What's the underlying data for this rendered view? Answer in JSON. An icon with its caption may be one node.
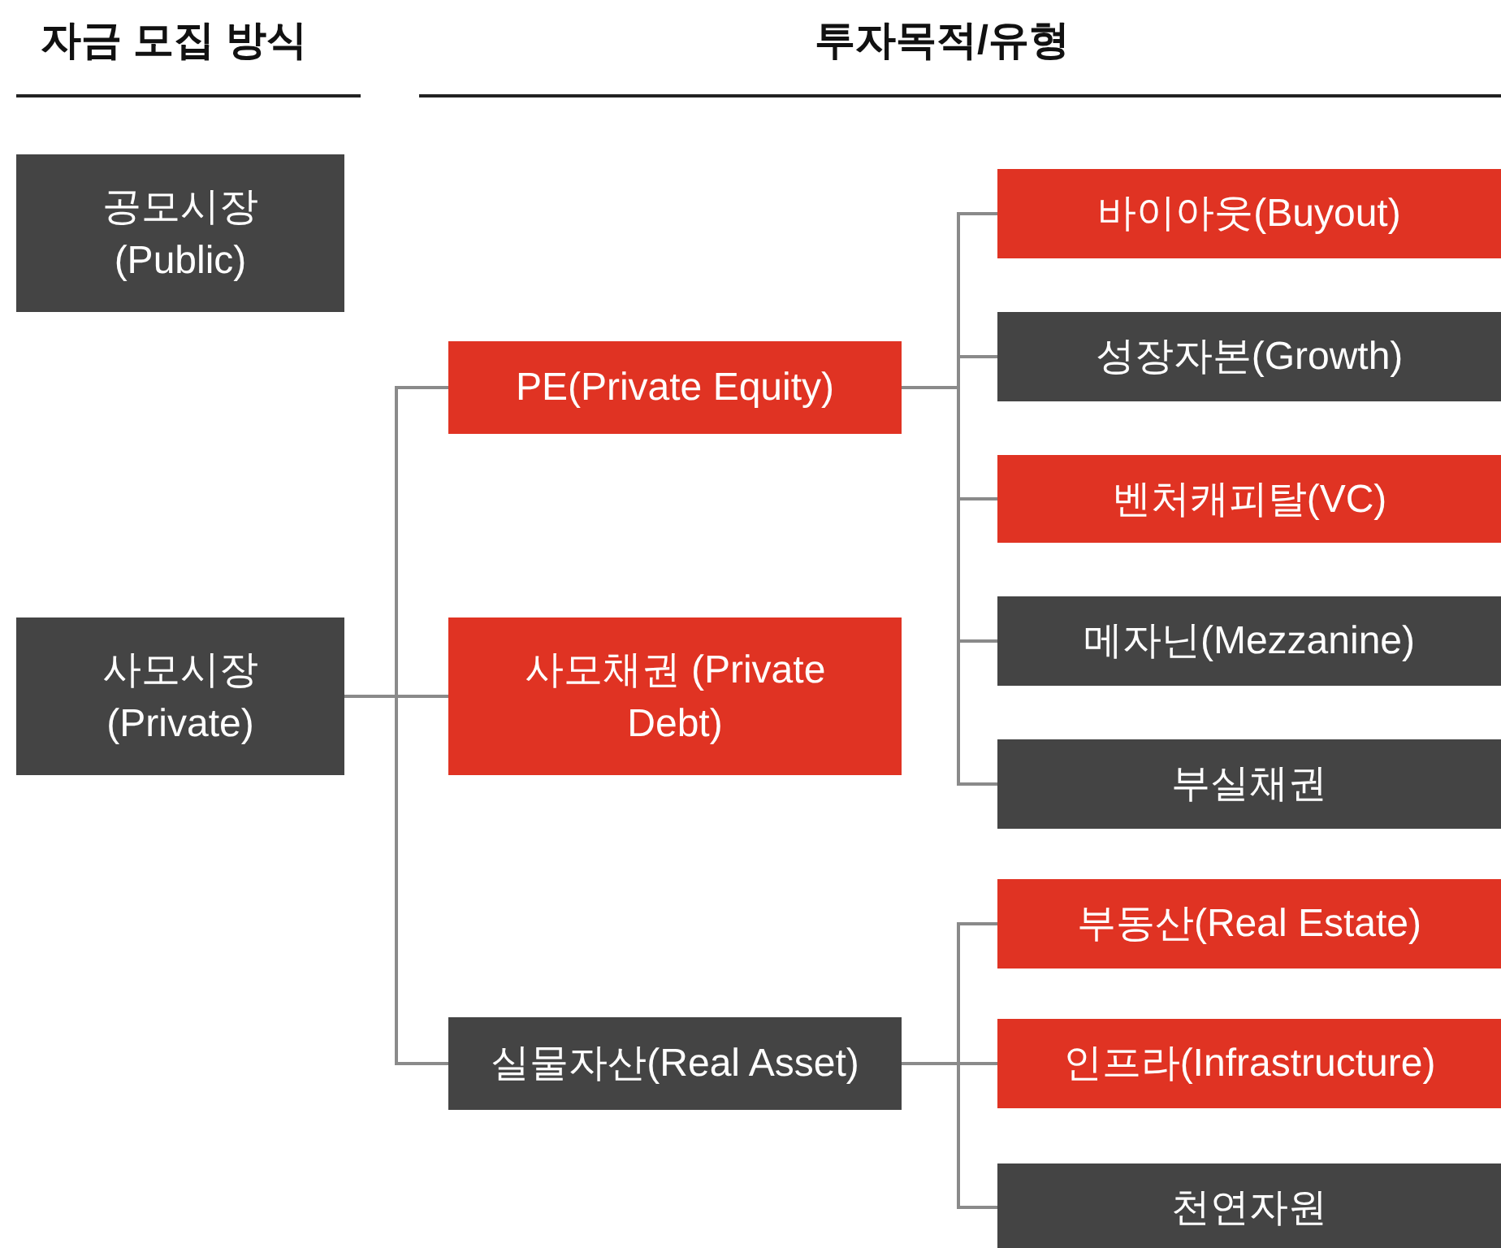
{
  "diagram": {
    "nodes": [
      {
        "text": [
          "공모시장 (Public)"
        ]
      },
      {
        "text": [
          "사모시장 (Private)"
        ]
      },
      {
        "text": [
          "PE(Private Equity)"
        ]
      },
      {
        "text": [
          "사모채권 (Private Debt)"
        ]
      },
      {
        "text": [
          "실물자산(Real Asset)"
        ]
      },
      {
        "text": [
          "바이아웃(Buyout)"
        ]
      },
      {
        "text": [
          "성장자본(Growth)"
        ]
      },
      {
        "text": [
          "벤처캐피탈(VC)"
        ]
      },
      {
        "text": [
          "메자닌(Mezzanine)"
        ]
      },
      {
        "text": [
          "부실채권"
        ]
      },
      {
        "text": [
          "부동산(Real Estate)"
        ]
      },
      {
        "text": [
          "인프라(Infrastructure)"
        ]
      },
      {
        "text": [
          "천연자원"
        ]
      }
    ],
    "edges": [
      {
        "from": 1,
        "to": 2,
        "arrow": "none"
      },
      {
        "from": 1,
        "to": 3,
        "arrow": "none"
      },
      {
        "from": 1,
        "to": 4,
        "arrow": "none"
      },
      {
        "from": 2,
        "to": 5,
        "arrow": "none"
      },
      {
        "from": 2,
        "to": 6,
        "arrow": "none"
      },
      {
        "from": 2,
        "to": 7,
        "arrow": "none"
      },
      {
        "from": 2,
        "to": 8,
        "arrow": "none"
      },
      {
        "from": 2,
        "to": 9,
        "arrow": "none"
      },
      {
        "from": 4,
        "to": 10,
        "arrow": "none"
      },
      {
        "from": 4,
        "to": 11,
        "arrow": "none"
      },
      {
        "from": 4,
        "to": 12,
        "arrow": "none"
      }
    ],
    "labels": [
      "자금 모집 방식",
      "투자목적/유형"
    ]
  }
}
